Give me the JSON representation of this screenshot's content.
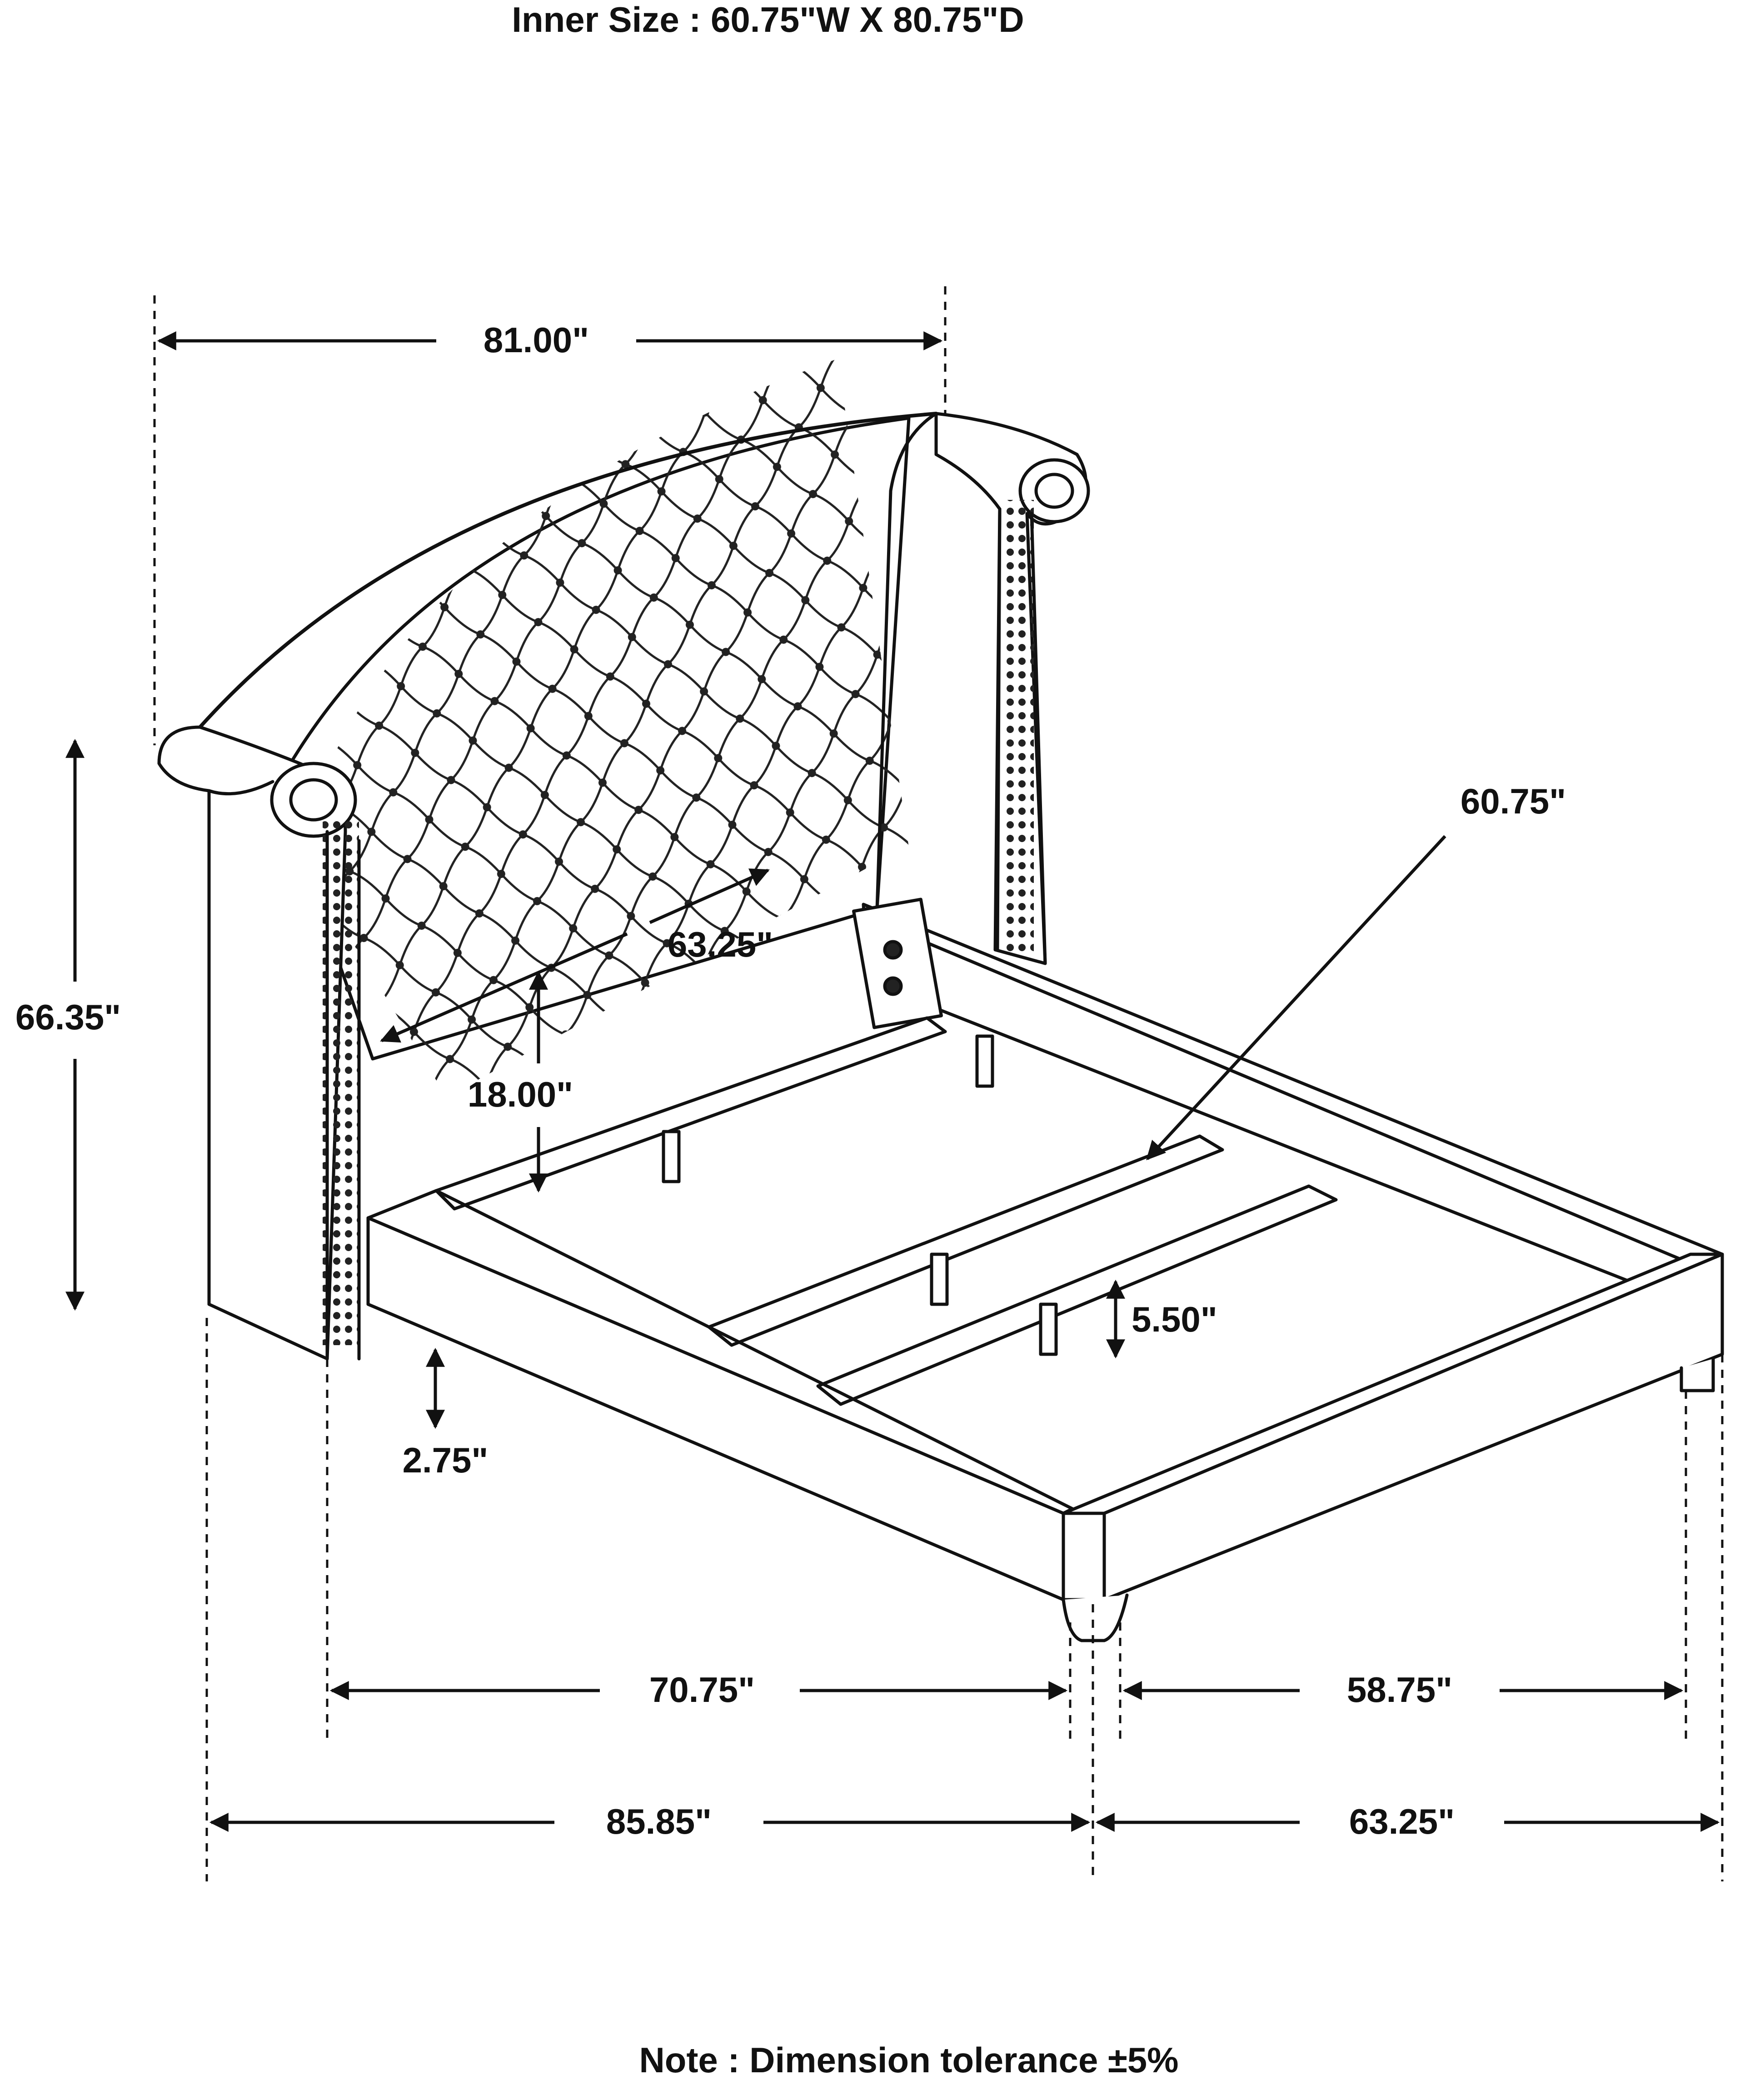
{
  "header": {
    "inner_size": "Inner Size : 60.75\"W X 80.75\"D"
  },
  "dimensions": {
    "overall_width": "81.00\"",
    "headboard_height": "66.35\"",
    "headboard_inner_width": "63.25\"",
    "headboard_panel_height": "18.00\"",
    "inner_width": "60.75\"",
    "rail_height": "5.50\"",
    "clearance": "2.75\"",
    "inner_length": "70.75\"",
    "inner_footboard_width": "58.75\"",
    "overall_length": "85.85\"",
    "overall_footboard_width": "63.25\""
  },
  "footer": {
    "note": "Note : Dimension tolerance ±5%"
  }
}
